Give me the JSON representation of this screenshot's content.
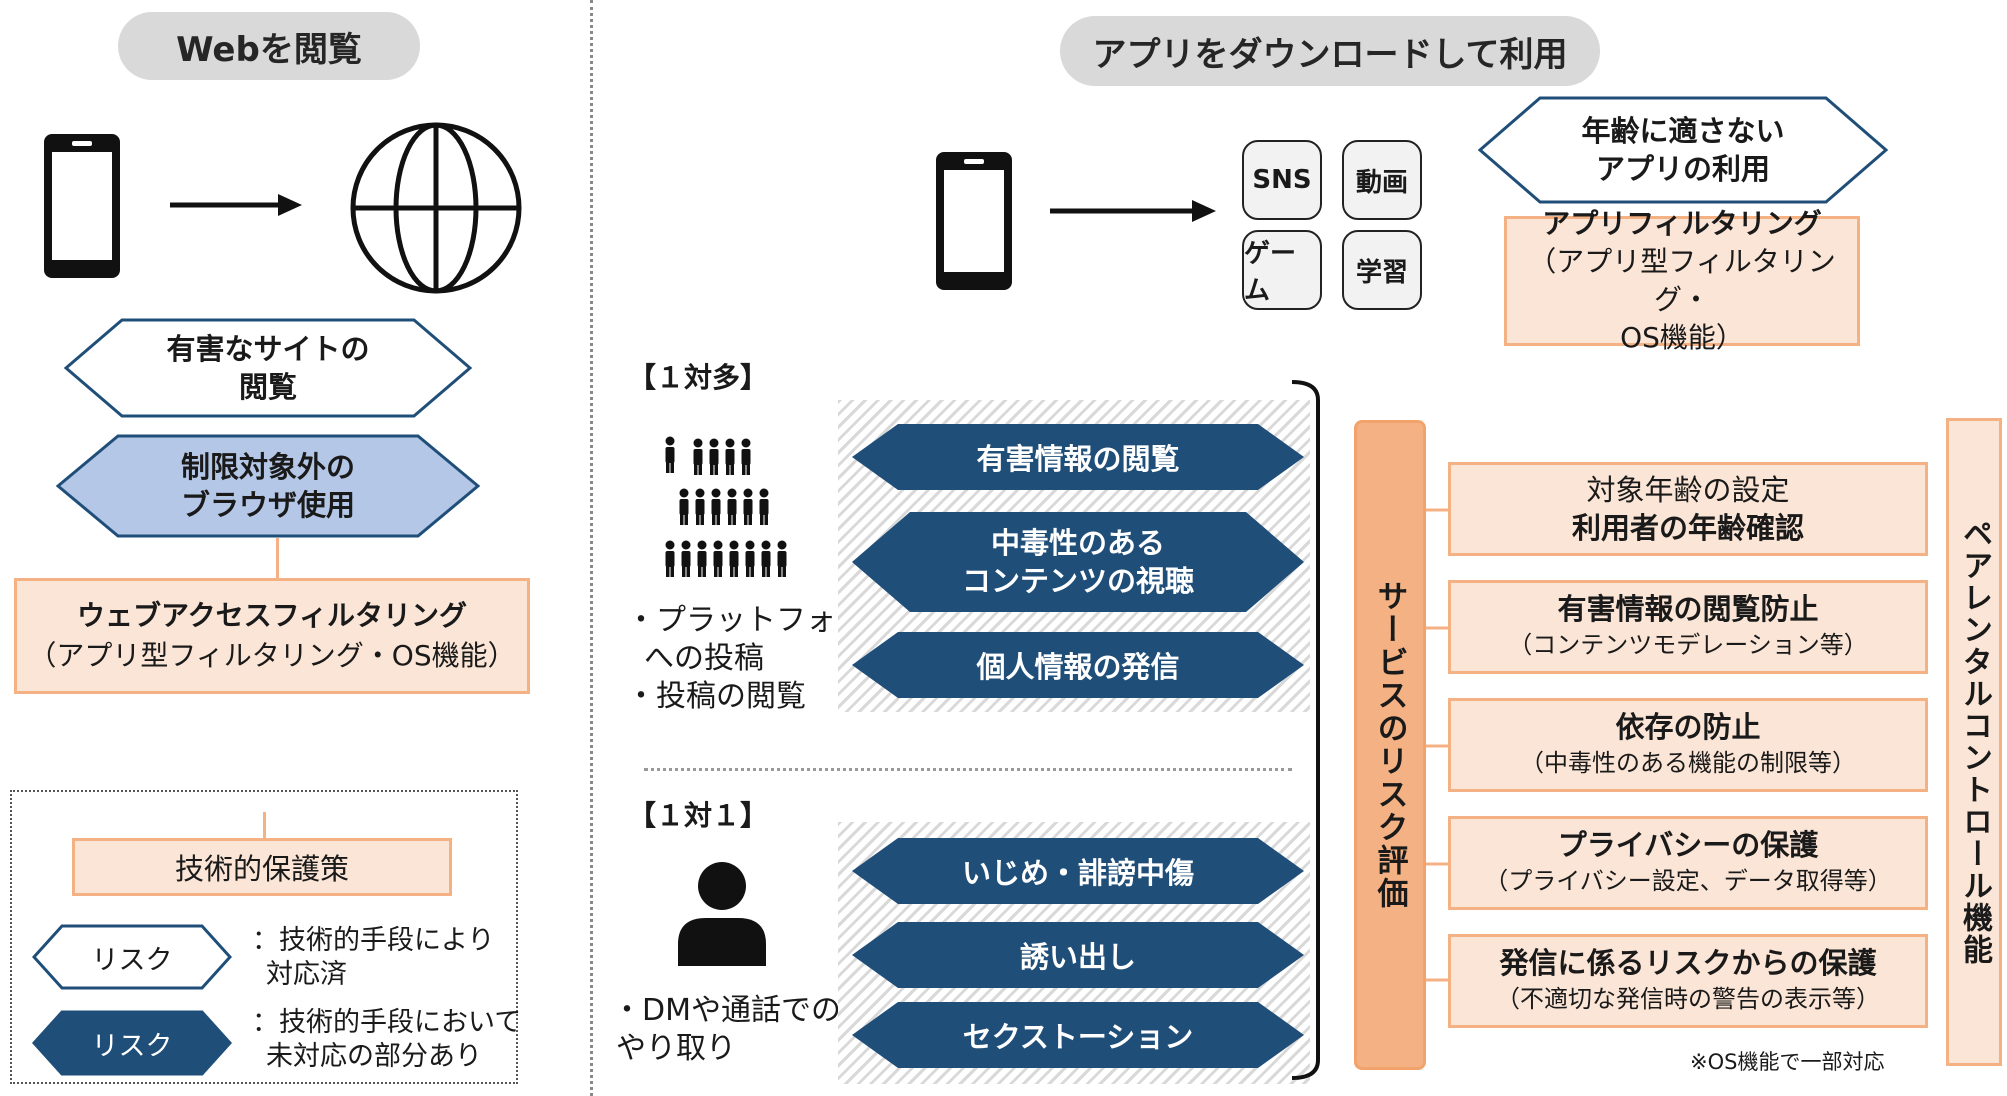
{
  "left": {
    "header": "Webを閲覧",
    "risk_harmful_sites": [
      "有害なサイトの",
      "閲覧"
    ],
    "risk_browser": [
      "制限対象外の",
      "ブラウザ使用"
    ],
    "measure": [
      "ウェブアクセスフィルタリング",
      "（アプリ型フィルタリング・OS機能）"
    ]
  },
  "legend": {
    "measure_label": "技術的保護策",
    "risk_label": "リスク",
    "risk_handled": [
      "：技術的手段により",
      "対応済"
    ],
    "risk_unhandled": [
      "：技術的手段において",
      "未対応の部分あり"
    ]
  },
  "right": {
    "header": "アプリをダウンロードして利用",
    "apps": [
      "SNS",
      "動画",
      "ゲーム",
      "学習"
    ],
    "risk_age": [
      "年齢に適さない",
      "アプリの利用"
    ],
    "measure_app": [
      "アプリフィルタリング",
      "（アプリ型フィルタリング・",
      "OS機能）"
    ],
    "one_to_many": {
      "label": "【１対多】",
      "desc": [
        "・プラットフォーム",
        "への投稿",
        "・投稿の閲覧"
      ],
      "risks": [
        "有害情報の閲覧",
        [
          "中毒性のある",
          "コンテンツの視聴"
        ],
        "個人情報の発信"
      ]
    },
    "one_to_one": {
      "label": "【１対１】",
      "desc": [
        "・DMや通話での",
        "やり取り"
      ],
      "risks": [
        "いじめ・誹謗中傷",
        "誘い出し",
        "セクストーション"
      ]
    },
    "service_risk": "サービスのリスク評価",
    "measures": [
      {
        "line1": "対象年齢の設定",
        "line2": "利用者の年齢確認"
      },
      {
        "line1": "有害情報の閲覧防止",
        "line2": "（コンテンツモデレーション等）"
      },
      {
        "line1": "依存の防止",
        "line2": "（中毒性のある機能の制限等）"
      },
      {
        "line1": "プライバシーの保護",
        "line2": "（プライバシー設定、データ取得等）"
      },
      {
        "line1": "発信に係るリスクからの保護",
        "line2": "（不適切な発信時の警告の表示等）"
      }
    ],
    "parental": "ペアレンタルコントロール機能",
    "footnote": "※OS機能で一部対応"
  },
  "colors": {
    "navy": "#1f4e79",
    "peach_fill": "#fbe5d6",
    "peach_border": "#f4b183",
    "light_blue": "#b4c7e7",
    "service_bar": "#f4b183"
  }
}
